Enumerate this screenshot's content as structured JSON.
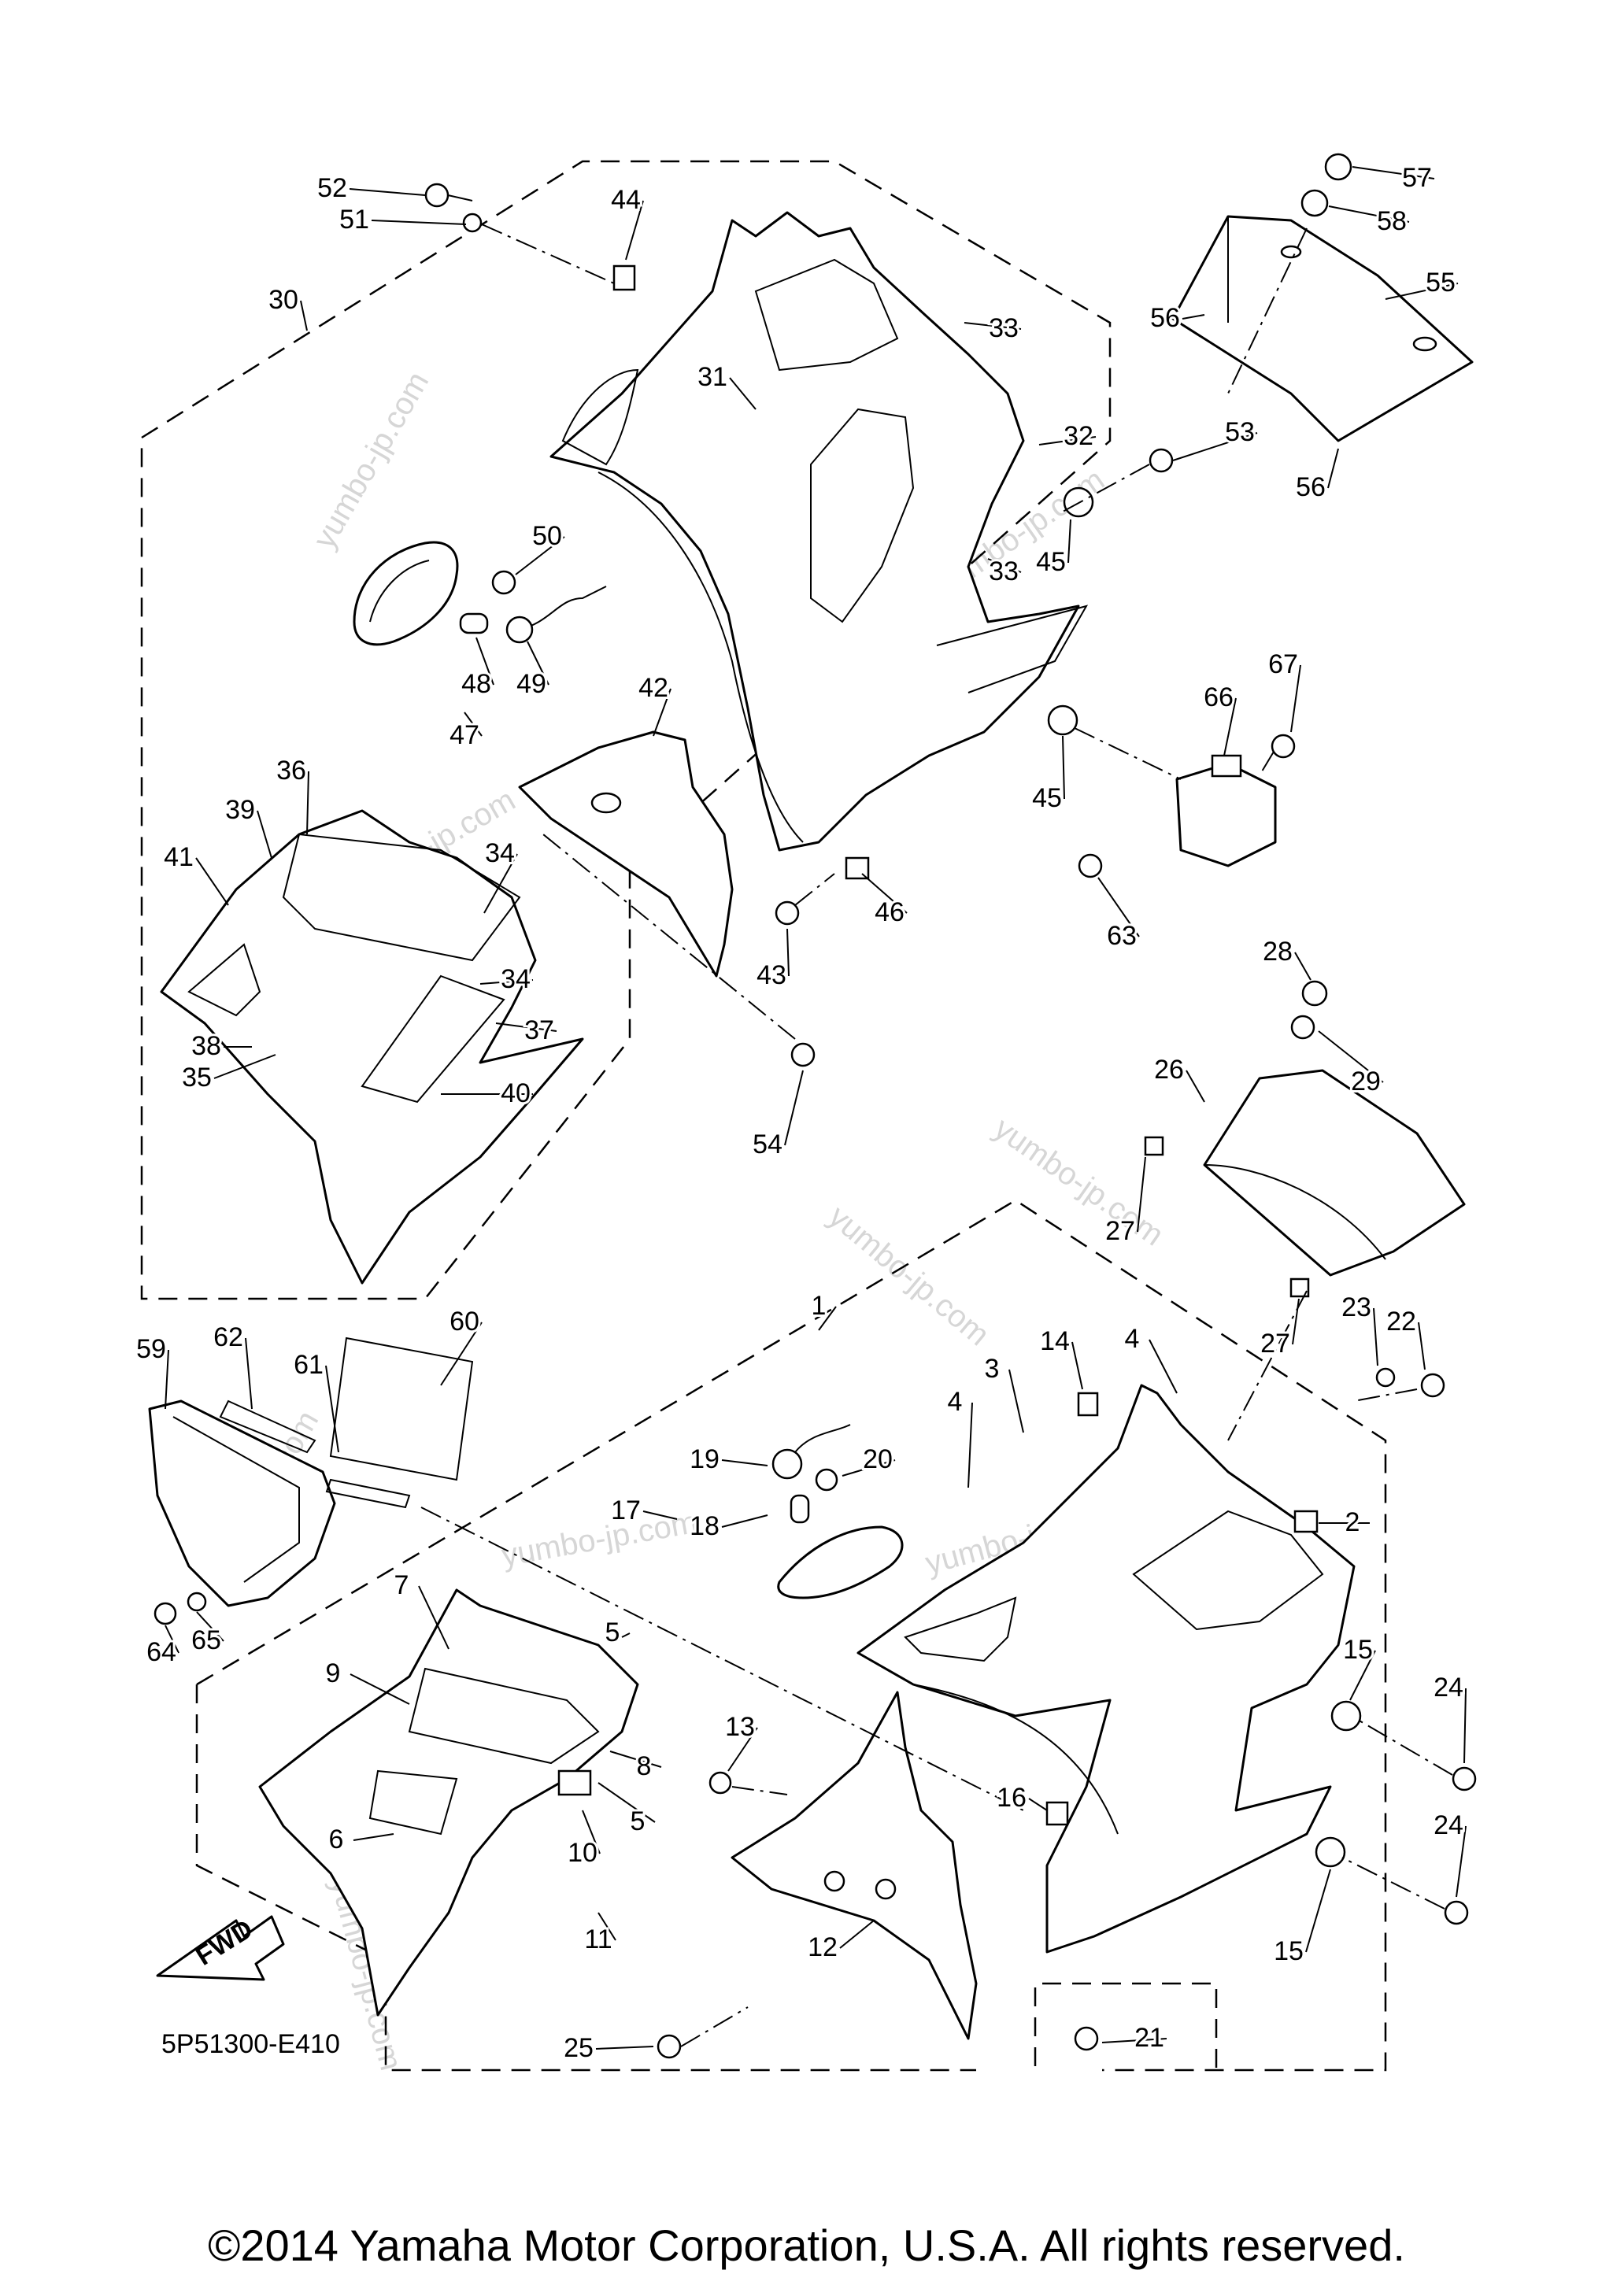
{
  "diagram": {
    "drawing_code": "5P51300-E410",
    "direction_badge": "FWD",
    "watermark": "yumbo-jp.com",
    "copyright": "©2014 Yamaha Motor Corporation, U.S.A. All rights reserved.",
    "callouts": [
      "1",
      "2",
      "3",
      "4",
      "4",
      "5",
      "5",
      "6",
      "7",
      "8",
      "9",
      "10",
      "11",
      "12",
      "13",
      "14",
      "15",
      "15",
      "16",
      "17",
      "18",
      "19",
      "20",
      "21",
      "22",
      "23",
      "24",
      "24",
      "25",
      "26",
      "27",
      "27",
      "28",
      "29",
      "30",
      "31",
      "32",
      "33",
      "33",
      "34",
      "34",
      "35",
      "36",
      "37",
      "38",
      "39",
      "40",
      "41",
      "42",
      "43",
      "44",
      "45",
      "45",
      "46",
      "47",
      "48",
      "49",
      "50",
      "51",
      "52",
      "53",
      "54",
      "55",
      "56",
      "56",
      "57",
      "58",
      "59",
      "60",
      "61",
      "62",
      "63",
      "64",
      "65",
      "66",
      "67"
    ]
  }
}
